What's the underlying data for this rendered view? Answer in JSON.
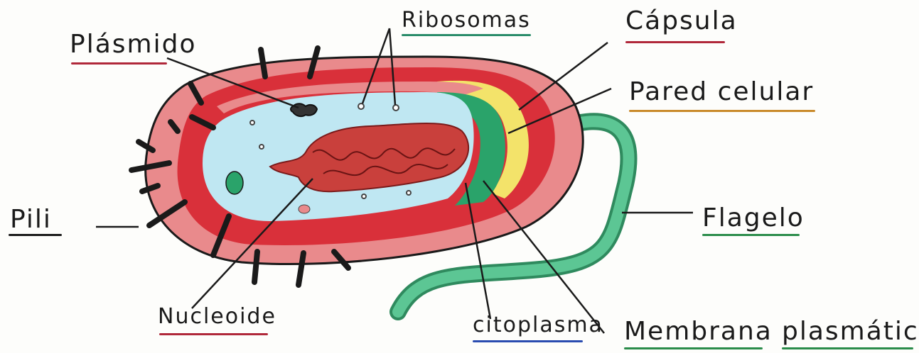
{
  "labels": {
    "plasmido": "Plásmido",
    "ribosomas": "Ribosomas",
    "capsula": "Cápsula",
    "pared": "Pared celular",
    "pili": "Pili",
    "flagelo": "Flagelo",
    "nucleoide": "Nucleoide",
    "citoplasma": "citoplasma",
    "membrana": "Membrana",
    "plasmatica": "plasmática"
  },
  "underline_colors": {
    "plasmido": "#b0283a",
    "ribosomas": "#2a8c6a",
    "capsula": "#b0283a",
    "pared": "#c98a2a",
    "pili": "#1a1a1a",
    "flagelo": "#2a8c4a",
    "nucleoide": "#b0283a",
    "citoplasma": "#2a4cb0",
    "membrana": "#2a8c4a",
    "plasmatica": "#2a8c4a"
  },
  "colors": {
    "capsule": "#e98a8c",
    "cell_wall": "#d9303a",
    "cytoplasm": "#bfe7f2",
    "membrane_green": "#2aa36a",
    "wall_yellow": "#f3e36a",
    "nucleoid": "#c9403c",
    "flagellum": "#3fb07a",
    "pili": "#1a1a1a"
  }
}
